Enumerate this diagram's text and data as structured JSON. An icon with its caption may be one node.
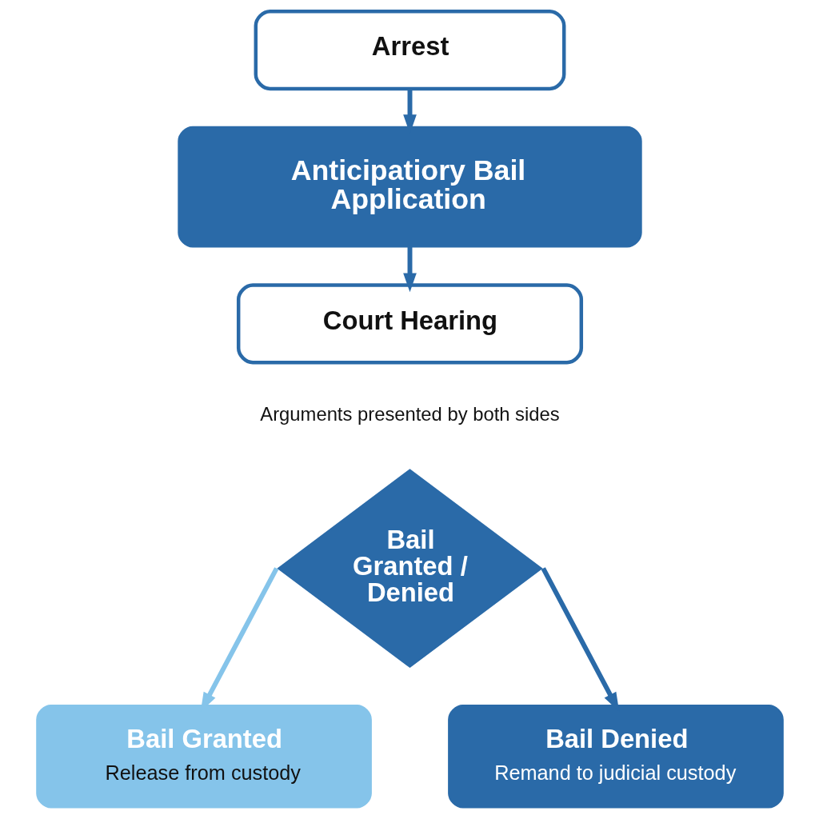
{
  "diagram": {
    "nodes": [
      {
        "text": [
          "Arrest"
        ]
      },
      {
        "text": [
          "Anticipatiory Bail Application"
        ]
      },
      {
        "text": [
          "Court Hearing"
        ],
        "beside": [
          "Arguments presented by both sides"
        ]
      },
      {
        "text": [
          "Bail Granted / Denied"
        ]
      },
      {
        "text": [
          "Bail Granted",
          "Release from custody"
        ]
      },
      {
        "text": [
          "Bail Denied",
          "Remand to judicial custody"
        ]
      }
    ],
    "edges": [
      {
        "from": 0,
        "to": 1,
        "arrow": "to"
      },
      {
        "from": 1,
        "to": 2,
        "arrow": "to"
      },
      {
        "from": 3,
        "to": 4,
        "arrow": "to",
        "color": "#85c4ea"
      },
      {
        "from": 3,
        "to": 5,
        "arrow": "to"
      }
    ]
  }
}
